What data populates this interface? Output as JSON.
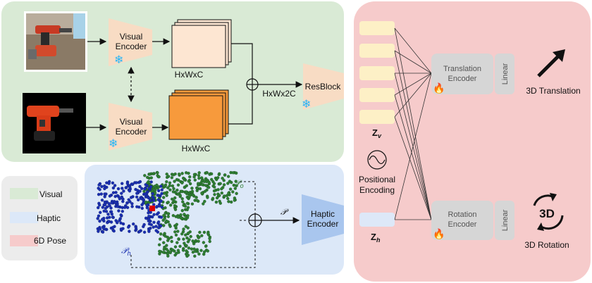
{
  "encoders": {
    "visual_top": "Visual\nEncoder",
    "visual_bottom": "Visual\nEncoder",
    "resblock": "ResBlock",
    "haptic": "Haptic\nEncoder",
    "translation": "Translation\nEncoder",
    "rotation": "Rotation\nEncoder",
    "linear_top": "Linear",
    "linear_bottom": "Linear"
  },
  "feature_labels": {
    "top": "HxWxC",
    "bottom": "HxWxC",
    "concat": "HxWx2C"
  },
  "symbols": {
    "z_v": "Z",
    "z_v_sub": "v",
    "z_h": "Z",
    "z_h_sub": "h",
    "p": "𝒫",
    "p_o": "𝒫",
    "p_o_sub": "o",
    "p_h": "𝒫",
    "p_h_sub": "h"
  },
  "positional_encoding": "Positional\nEncoding",
  "outputs": {
    "translation": "3D Translation",
    "rotation": "3D Rotation",
    "rotation_icon_text": "3D"
  },
  "legend": [
    {
      "label": "Visual",
      "color": "#d9ead5"
    },
    {
      "label": "Haptic",
      "color": "#dce8f8"
    },
    {
      "label": "6D Pose",
      "color": "#f6cbcb"
    }
  ],
  "colors": {
    "visual_bg": "#d9ead5",
    "haptic_bg": "#dce8f8",
    "pose_bg": "#f6cbcb",
    "encoder_fill": "#f8dcc4",
    "feature_light": "#fde6d2",
    "feature_dark": "#f79a3c",
    "haptic_encoder": "#a9c6ee",
    "token": "#fdf0c6",
    "token_h": "#dde8f8",
    "gray_block": "#d6d6d6",
    "snowflake": "#29b6f6",
    "fire": "#f57c00",
    "cloud_green": "#2e7d32",
    "cloud_blue": "#1a2fb0"
  }
}
